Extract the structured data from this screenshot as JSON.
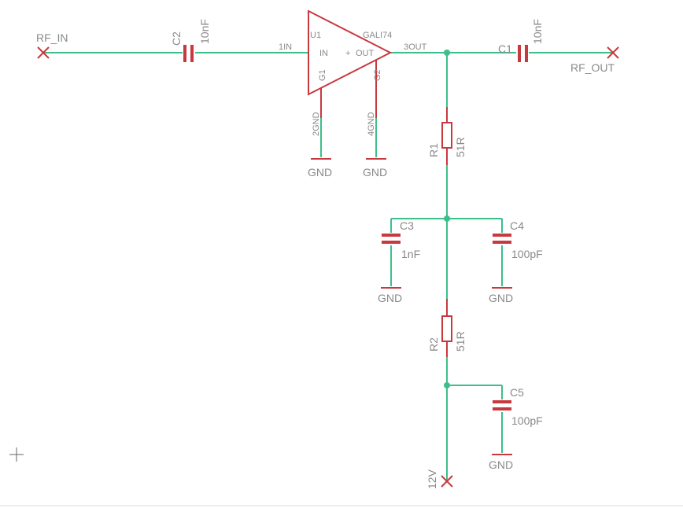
{
  "ports": {
    "rf_in": "RF_IN",
    "rf_out": "RF_OUT",
    "supply": "12V"
  },
  "amplifier": {
    "ref": "U1",
    "value": "GALI74",
    "pin_in": "1IN",
    "label_in": "IN",
    "label_out": "OUT",
    "pin_out": "3OUT",
    "g1": "G1",
    "g2": "G2",
    "gnd2": "2GND",
    "gnd4": "4GND"
  },
  "capacitors": {
    "c1": {
      "ref": "C1",
      "value": "10nF"
    },
    "c2": {
      "ref": "C2",
      "value": "10nF"
    },
    "c3": {
      "ref": "C3",
      "value": "1nF"
    },
    "c4": {
      "ref": "C4",
      "value": "100pF"
    },
    "c5": {
      "ref": "C5",
      "value": "100pF"
    }
  },
  "resistors": {
    "r1": {
      "ref": "R1",
      "value": "51R"
    },
    "r2": {
      "ref": "R2",
      "value": "51R"
    }
  },
  "gnd_label": "GND",
  "colors": {
    "wire": "#3cbf8a",
    "part": "#c8393f",
    "text": "#8a8a8a"
  }
}
